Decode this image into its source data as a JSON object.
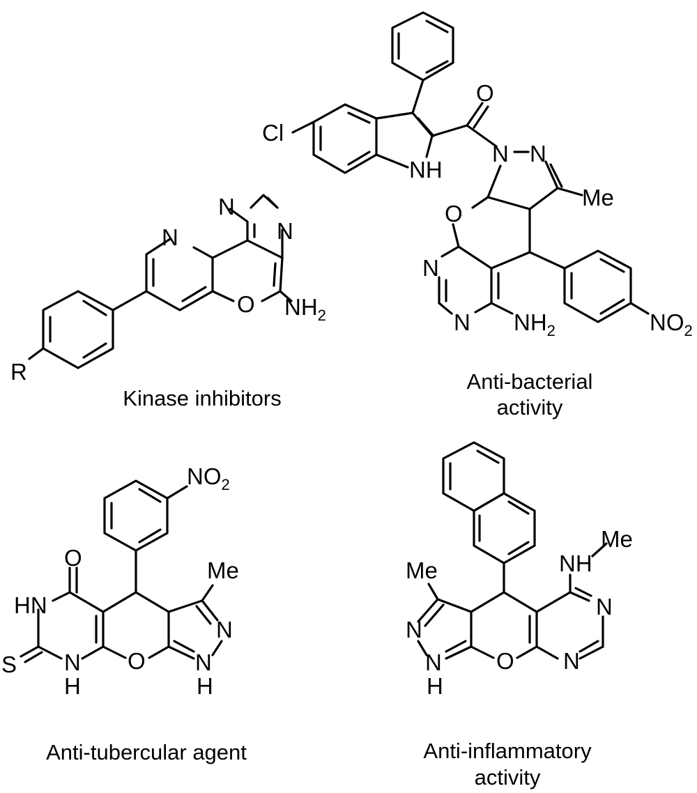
{
  "molecules": [
    {
      "name": "kinase-inhibitor",
      "caption_lines": [
        "Kinase inhibitors"
      ],
      "atoms": {
        "n_pyridine": "N",
        "n_pyrimidine_top": "N",
        "n_pyrimidine_right": "N",
        "o_furan": "O",
        "amine": "NH",
        "amine_sub": "2",
        "r_group": "R"
      }
    },
    {
      "name": "anti-bacterial",
      "caption_lines": [
        "Anti-bacterial",
        "activity"
      ],
      "atoms": {
        "cl": "Cl",
        "nh_indole": "NH",
        "o_carbonyl": "O",
        "n1_pyrazole": "N",
        "n2_pyrazole": "N",
        "me": "Me",
        "o_pyran": "O",
        "n_pyrimidine_top": "N",
        "n_pyrimidine_bottom": "N",
        "amine": "NH",
        "amine_sub": "2",
        "nitro": "NO",
        "nitro_sub": "2"
      }
    },
    {
      "name": "anti-tubercular",
      "caption_lines": [
        "Anti-tubercular agent"
      ],
      "atoms": {
        "nitro": "NO",
        "nitro_sub": "2",
        "o_carbonyl": "O",
        "hn": "HN",
        "s": "S",
        "nh_n": "N",
        "nh_h": "H",
        "o_pyran": "O",
        "me": "Me",
        "n_pyrazole": "N",
        "nh2_n": "N",
        "nh2_h": "H"
      }
    },
    {
      "name": "anti-inflammatory",
      "caption_lines": [
        "Anti-inflammatory",
        "activity"
      ],
      "atoms": {
        "me_left": "Me",
        "me_right": "Me",
        "nh_amine": "NH",
        "n_pyrimidine_top": "N",
        "n_pyrimidine_bottom": "N",
        "n_pyrazole": "N",
        "nh_n": "N",
        "nh_h": "H",
        "o_pyran": "O"
      }
    }
  ]
}
